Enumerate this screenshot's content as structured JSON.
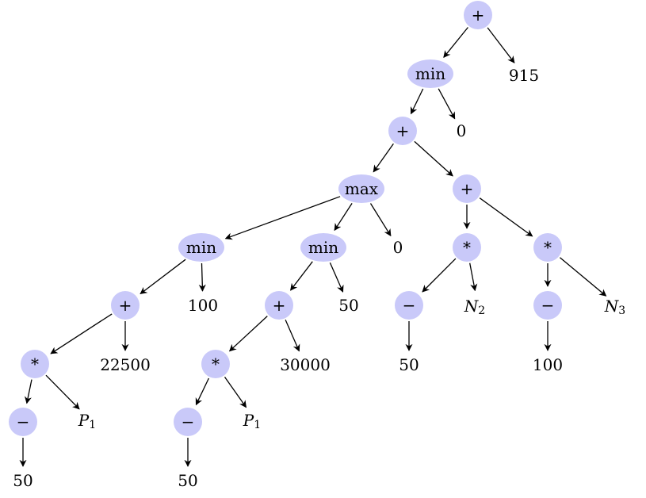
{
  "tree": {
    "nodes": [
      {
        "id": "n1",
        "label": "+",
        "kind": "op"
      },
      {
        "id": "n2",
        "label": "min",
        "kind": "op"
      },
      {
        "id": "n3",
        "label": "915",
        "kind": "leaf"
      },
      {
        "id": "n4",
        "label": "+",
        "kind": "op"
      },
      {
        "id": "n5",
        "label": "0",
        "kind": "leaf"
      },
      {
        "id": "n6",
        "label": "max",
        "kind": "op"
      },
      {
        "id": "n7",
        "label": "+",
        "kind": "op"
      },
      {
        "id": "n8",
        "label": "min",
        "kind": "op"
      },
      {
        "id": "n9",
        "label": "min",
        "kind": "op"
      },
      {
        "id": "n10",
        "label": "0",
        "kind": "leaf"
      },
      {
        "id": "n11",
        "label": "*",
        "kind": "op"
      },
      {
        "id": "n12",
        "label": "*",
        "kind": "op"
      },
      {
        "id": "n13",
        "label": "+",
        "kind": "op"
      },
      {
        "id": "n14",
        "label": "100",
        "kind": "leaf"
      },
      {
        "id": "n15",
        "label": "+",
        "kind": "op"
      },
      {
        "id": "n16",
        "label": "50",
        "kind": "leaf"
      },
      {
        "id": "n17",
        "label": "−",
        "kind": "op"
      },
      {
        "id": "n18",
        "label": "N",
        "sub": "2",
        "kind": "var"
      },
      {
        "id": "n19",
        "label": "−",
        "kind": "op"
      },
      {
        "id": "n20",
        "label": "N",
        "sub": "3",
        "kind": "var"
      },
      {
        "id": "n21",
        "label": "*",
        "kind": "op"
      },
      {
        "id": "n22",
        "label": "22500",
        "kind": "leaf"
      },
      {
        "id": "n23",
        "label": "*",
        "kind": "op"
      },
      {
        "id": "n24",
        "label": "30000",
        "kind": "leaf"
      },
      {
        "id": "n25",
        "label": "50",
        "kind": "leaf"
      },
      {
        "id": "n26",
        "label": "100",
        "kind": "leaf"
      },
      {
        "id": "n27",
        "label": "−",
        "kind": "op"
      },
      {
        "id": "n28",
        "label": "P",
        "sub": "1",
        "kind": "var"
      },
      {
        "id": "n29",
        "label": "−",
        "kind": "op"
      },
      {
        "id": "n30",
        "label": "P",
        "sub": "1",
        "kind": "var"
      },
      {
        "id": "n31",
        "label": "50",
        "kind": "leaf"
      },
      {
        "id": "n32",
        "label": "50",
        "kind": "leaf"
      }
    ],
    "edges": [
      [
        "n1",
        "n2"
      ],
      [
        "n1",
        "n3"
      ],
      [
        "n2",
        "n4"
      ],
      [
        "n2",
        "n5"
      ],
      [
        "n4",
        "n6"
      ],
      [
        "n4",
        "n7"
      ],
      [
        "n6",
        "n8"
      ],
      [
        "n6",
        "n9"
      ],
      [
        "n6",
        "n10"
      ],
      [
        "n7",
        "n11"
      ],
      [
        "n7",
        "n12"
      ],
      [
        "n8",
        "n13"
      ],
      [
        "n8",
        "n14"
      ],
      [
        "n9",
        "n15"
      ],
      [
        "n9",
        "n16"
      ],
      [
        "n11",
        "n17"
      ],
      [
        "n11",
        "n18"
      ],
      [
        "n12",
        "n19"
      ],
      [
        "n12",
        "n20"
      ],
      [
        "n13",
        "n21"
      ],
      [
        "n13",
        "n22"
      ],
      [
        "n15",
        "n23"
      ],
      [
        "n15",
        "n24"
      ],
      [
        "n17",
        "n25"
      ],
      [
        "n19",
        "n26"
      ],
      [
        "n21",
        "n27"
      ],
      [
        "n21",
        "n28"
      ],
      [
        "n23",
        "n29"
      ],
      [
        "n23",
        "n30"
      ],
      [
        "n27",
        "n31"
      ],
      [
        "n29",
        "n32"
      ]
    ]
  },
  "colors": {
    "node_fill": "#c9c9f9",
    "edge": "#000000",
    "text": "#000000"
  }
}
